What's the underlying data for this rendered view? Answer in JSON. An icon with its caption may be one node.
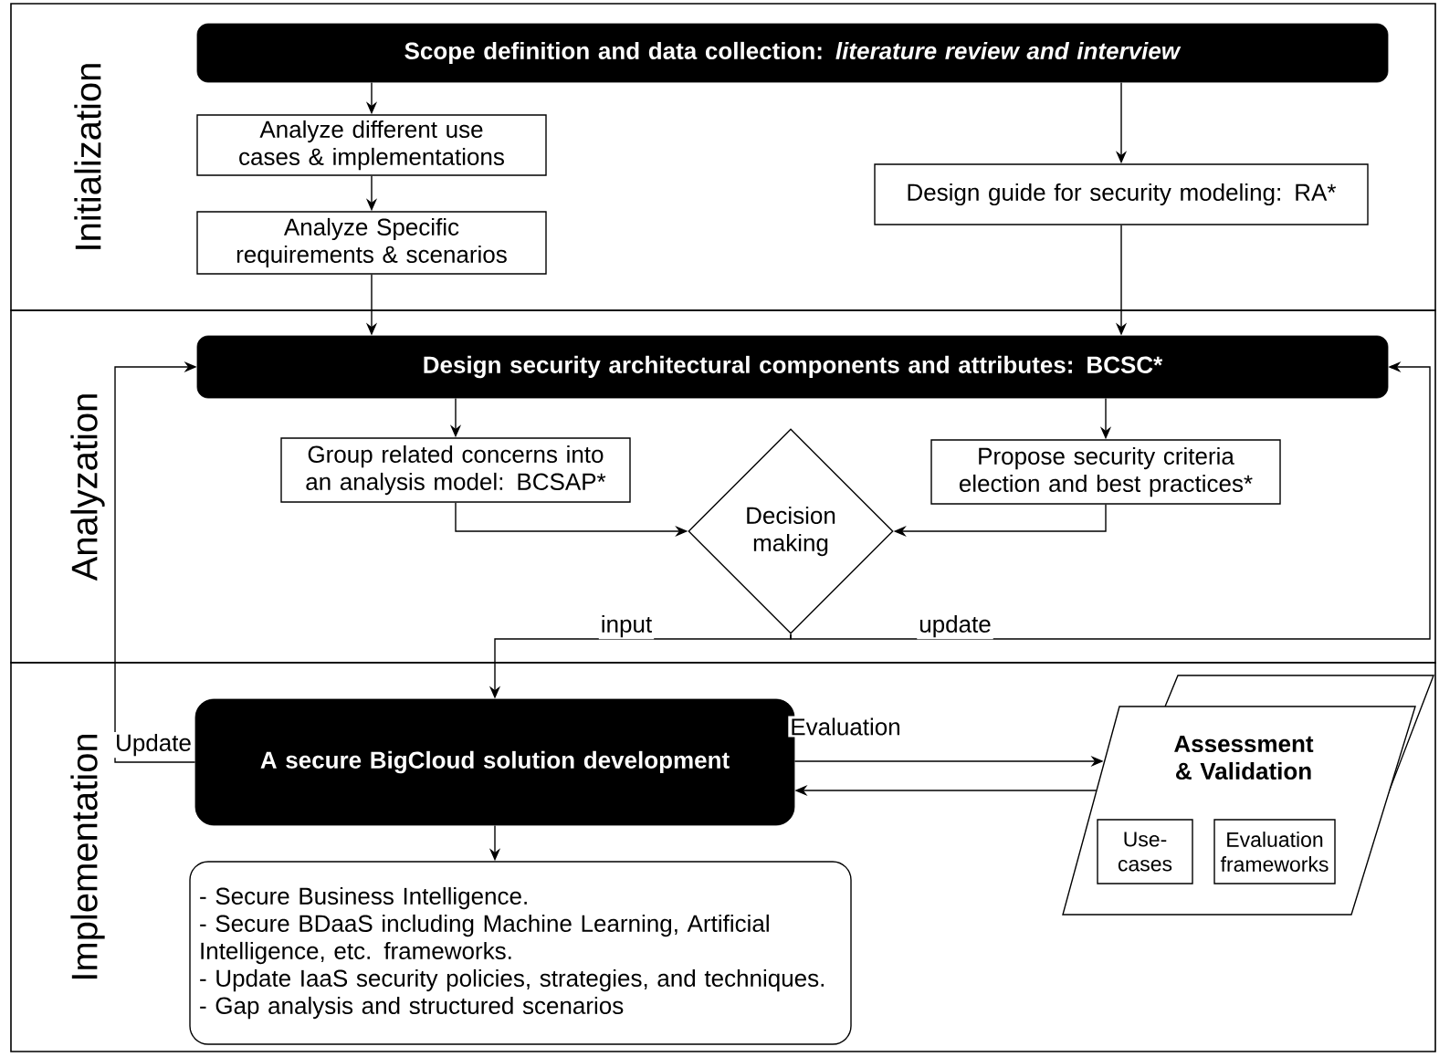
{
  "diagram": {
    "nodes": [
      {
        "text": [
          "Initialization"
        ]
      },
      {
        "text": [
          "Scope definition and data collection: *literature review and interview*"
        ],
        "in": 0
      },
      {
        "text": [
          "Analyze different use cases & implementations"
        ],
        "in": 0
      },
      {
        "text": [
          "Analyze Specific requirements & scenarios"
        ],
        "in": 0
      },
      {
        "text": [
          "Design guide for security modeling: RA*"
        ],
        "in": 0
      },
      {
        "text": [
          "Analyzation"
        ]
      },
      {
        "text": [
          "Design security architectural components and attributes: BCSC*"
        ],
        "in": 5
      },
      {
        "text": [
          "Group related concerns into an analysis model: BCSAP*"
        ],
        "in": 5
      },
      {
        "text": [
          "Decision making"
        ],
        "in": 5
      },
      {
        "text": [
          "Propose security criteria election and best practices*"
        ],
        "in": 5
      },
      {
        "text": [
          "Implementation"
        ]
      },
      {
        "text": [
          "A secure BigCloud solution development"
        ],
        "in": 10
      },
      {
        "text": [
          "Assessment & Validation"
        ],
        "in": 10
      },
      {
        "text": [
          "Use-cases"
        ],
        "in": 12
      },
      {
        "text": [
          "Evaluation frameworks"
        ],
        "in": 12
      },
      {
        "text": [
          "- Secure Business Intelligence.",
          "- Secure BDaaS including Machine Learning, Artificial Intelligence, etc. frameworks.",
          "- Update IaaS security policies, strategies, and techniques.",
          "- Gap analysis and structured scenarios"
        ],
        "in": 10
      }
    ],
    "edges": [
      {
        "from": 1,
        "to": 2,
        "arrow": "to"
      },
      {
        "from": 2,
        "to": 3,
        "arrow": "to"
      },
      {
        "from": 1,
        "to": 4,
        "arrow": "to"
      },
      {
        "from": 3,
        "to": 6,
        "arrow": "to"
      },
      {
        "from": 4,
        "to": 6,
        "arrow": "to"
      },
      {
        "from": 6,
        "to": 7,
        "arrow": "to"
      },
      {
        "from": 6,
        "to": 9,
        "arrow": "to"
      },
      {
        "from": 7,
        "to": 8,
        "arrow": "to"
      },
      {
        "from": 9,
        "to": 8,
        "arrow": "to"
      },
      {
        "from": 8,
        "to": 11,
        "label": "input",
        "arrow": "to"
      },
      {
        "from": 8,
        "to": 6,
        "label": "update",
        "arrow": "to"
      },
      {
        "from": 11,
        "to": 6,
        "label": "Update",
        "arrow": "to"
      },
      {
        "from": 11,
        "to": 12,
        "label": "Evaluation",
        "arrow": "to"
      },
      {
        "from": 12,
        "to": 11,
        "arrow": "to"
      },
      {
        "from": 11,
        "to": 15,
        "arrow": "to"
      }
    ]
  }
}
